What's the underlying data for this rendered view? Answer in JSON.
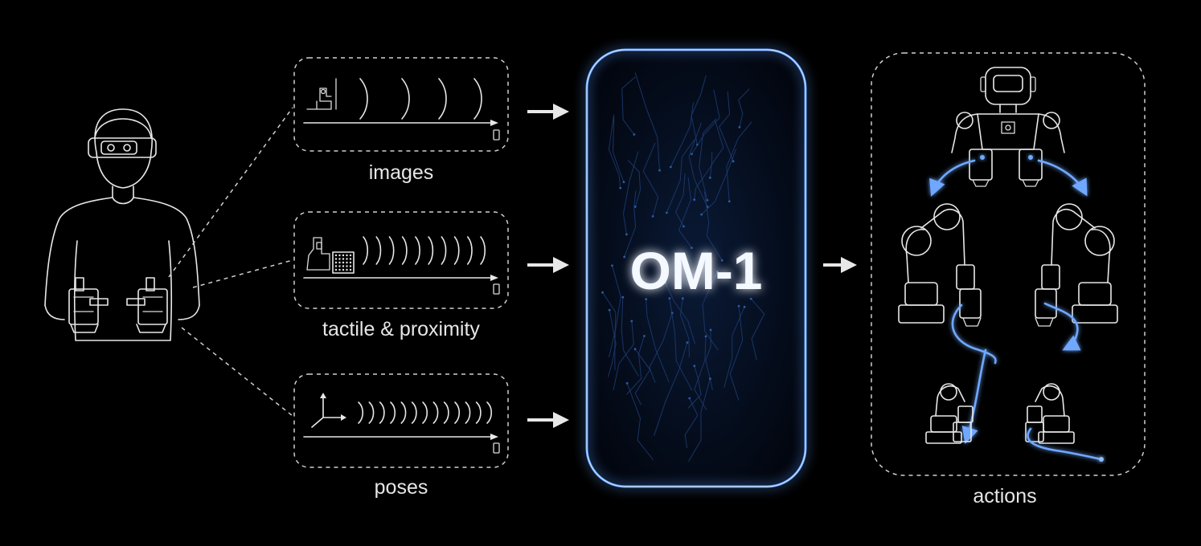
{
  "model": {
    "name": "OM-1",
    "accent": "#4f8fff"
  },
  "inputs": [
    {
      "label": "images"
    },
    {
      "label": "tactile & proximity"
    },
    {
      "label": "poses"
    }
  ],
  "output": {
    "label": "actions"
  },
  "colors": {
    "background": "#000000",
    "line": "#e8e8e8",
    "glow": "#5a9bff"
  }
}
